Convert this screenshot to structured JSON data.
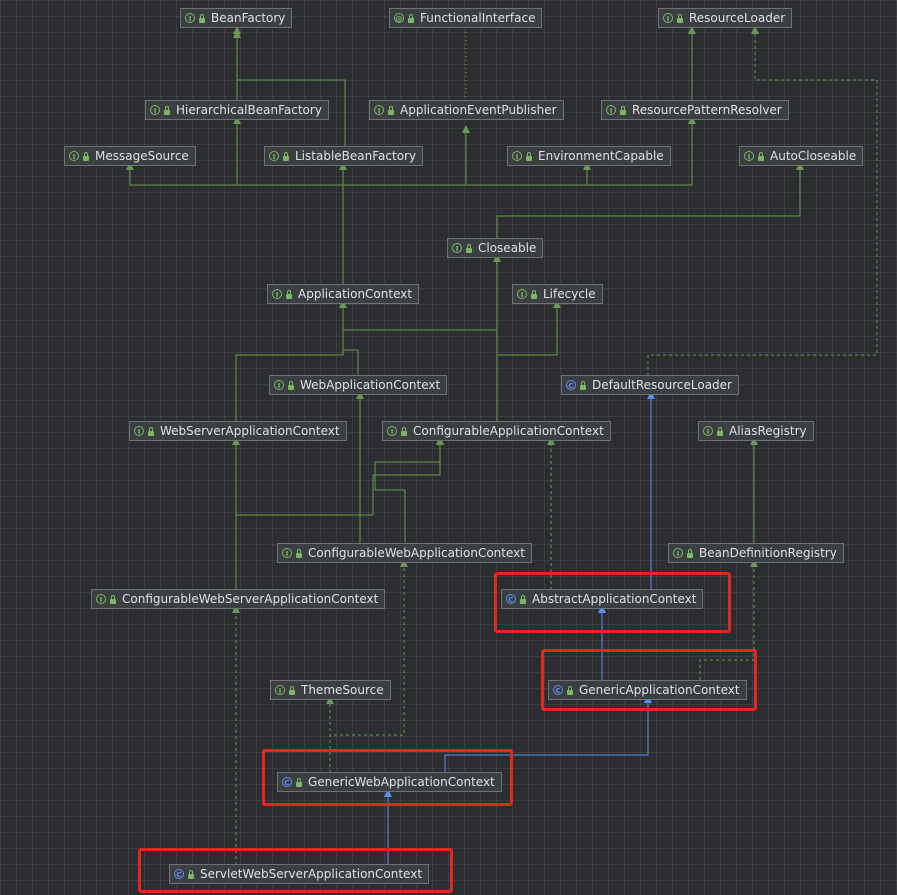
{
  "diagram": {
    "nodes": {
      "BeanFactory": {
        "label": "BeanFactory",
        "kind": "interface",
        "icon": "interface-icon"
      },
      "FunctionalInterface": {
        "label": "FunctionalInterface",
        "kind": "annotation",
        "icon": "annotation-icon"
      },
      "ResourceLoader": {
        "label": "ResourceLoader",
        "kind": "interface",
        "icon": "interface-icon"
      },
      "HierarchicalBeanFactory": {
        "label": "HierarchicalBeanFactory",
        "kind": "interface",
        "icon": "interface-icon"
      },
      "ApplicationEventPublisher": {
        "label": "ApplicationEventPublisher",
        "kind": "interface",
        "icon": "interface-icon"
      },
      "ResourcePatternResolver": {
        "label": "ResourcePatternResolver",
        "kind": "interface",
        "icon": "interface-icon"
      },
      "MessageSource": {
        "label": "MessageSource",
        "kind": "interface",
        "icon": "interface-icon"
      },
      "ListableBeanFactory": {
        "label": "ListableBeanFactory",
        "kind": "interface",
        "icon": "interface-icon"
      },
      "EnvironmentCapable": {
        "label": "EnvironmentCapable",
        "kind": "interface",
        "icon": "interface-icon"
      },
      "AutoCloseable": {
        "label": "AutoCloseable",
        "kind": "interface",
        "icon": "interface-icon"
      },
      "Closeable": {
        "label": "Closeable",
        "kind": "interface",
        "icon": "interface-icon"
      },
      "ApplicationContext": {
        "label": "ApplicationContext",
        "kind": "interface",
        "icon": "interface-icon"
      },
      "Lifecycle": {
        "label": "Lifecycle",
        "kind": "interface",
        "icon": "interface-icon"
      },
      "WebApplicationContext": {
        "label": "WebApplicationContext",
        "kind": "interface",
        "icon": "interface-icon"
      },
      "DefaultResourceLoader": {
        "label": "DefaultResourceLoader",
        "kind": "class",
        "icon": "class-icon"
      },
      "WebServerApplicationContext": {
        "label": "WebServerApplicationContext",
        "kind": "interface",
        "icon": "interface-icon"
      },
      "ConfigurableApplicationContext": {
        "label": "ConfigurableApplicationContext",
        "kind": "interface",
        "icon": "interface-icon"
      },
      "AliasRegistry": {
        "label": "AliasRegistry",
        "kind": "interface",
        "icon": "interface-icon"
      },
      "ConfigurableWebApplicationContext": {
        "label": "ConfigurableWebApplicationContext",
        "kind": "interface",
        "icon": "interface-icon"
      },
      "BeanDefinitionRegistry": {
        "label": "BeanDefinitionRegistry",
        "kind": "interface",
        "icon": "interface-icon"
      },
      "ConfigurableWebServerApplicationContext": {
        "label": "ConfigurableWebServerApplicationContext",
        "kind": "interface",
        "icon": "interface-icon"
      },
      "AbstractApplicationContext": {
        "label": "AbstractApplicationContext",
        "kind": "class",
        "icon": "class-icon"
      },
      "ThemeSource": {
        "label": "ThemeSource",
        "kind": "interface",
        "icon": "interface-icon"
      },
      "GenericApplicationContext": {
        "label": "GenericApplicationContext",
        "kind": "class",
        "icon": "class-icon"
      },
      "GenericWebApplicationContext": {
        "label": "GenericWebApplicationContext",
        "kind": "class",
        "icon": "class-icon"
      },
      "ServletWebServerApplicationContext": {
        "label": "ServletWebServerApplicationContext",
        "kind": "class",
        "icon": "class-icon"
      }
    },
    "highlighted": [
      "AbstractApplicationContext",
      "GenericApplicationContext",
      "GenericWebApplicationContext",
      "ServletWebServerApplicationContext"
    ],
    "colors": {
      "interface_edge": "#6a9955",
      "class_edge": "#5b8ef2",
      "implements_edge": "#6a9955",
      "highlight": "#e5261f"
    }
  }
}
